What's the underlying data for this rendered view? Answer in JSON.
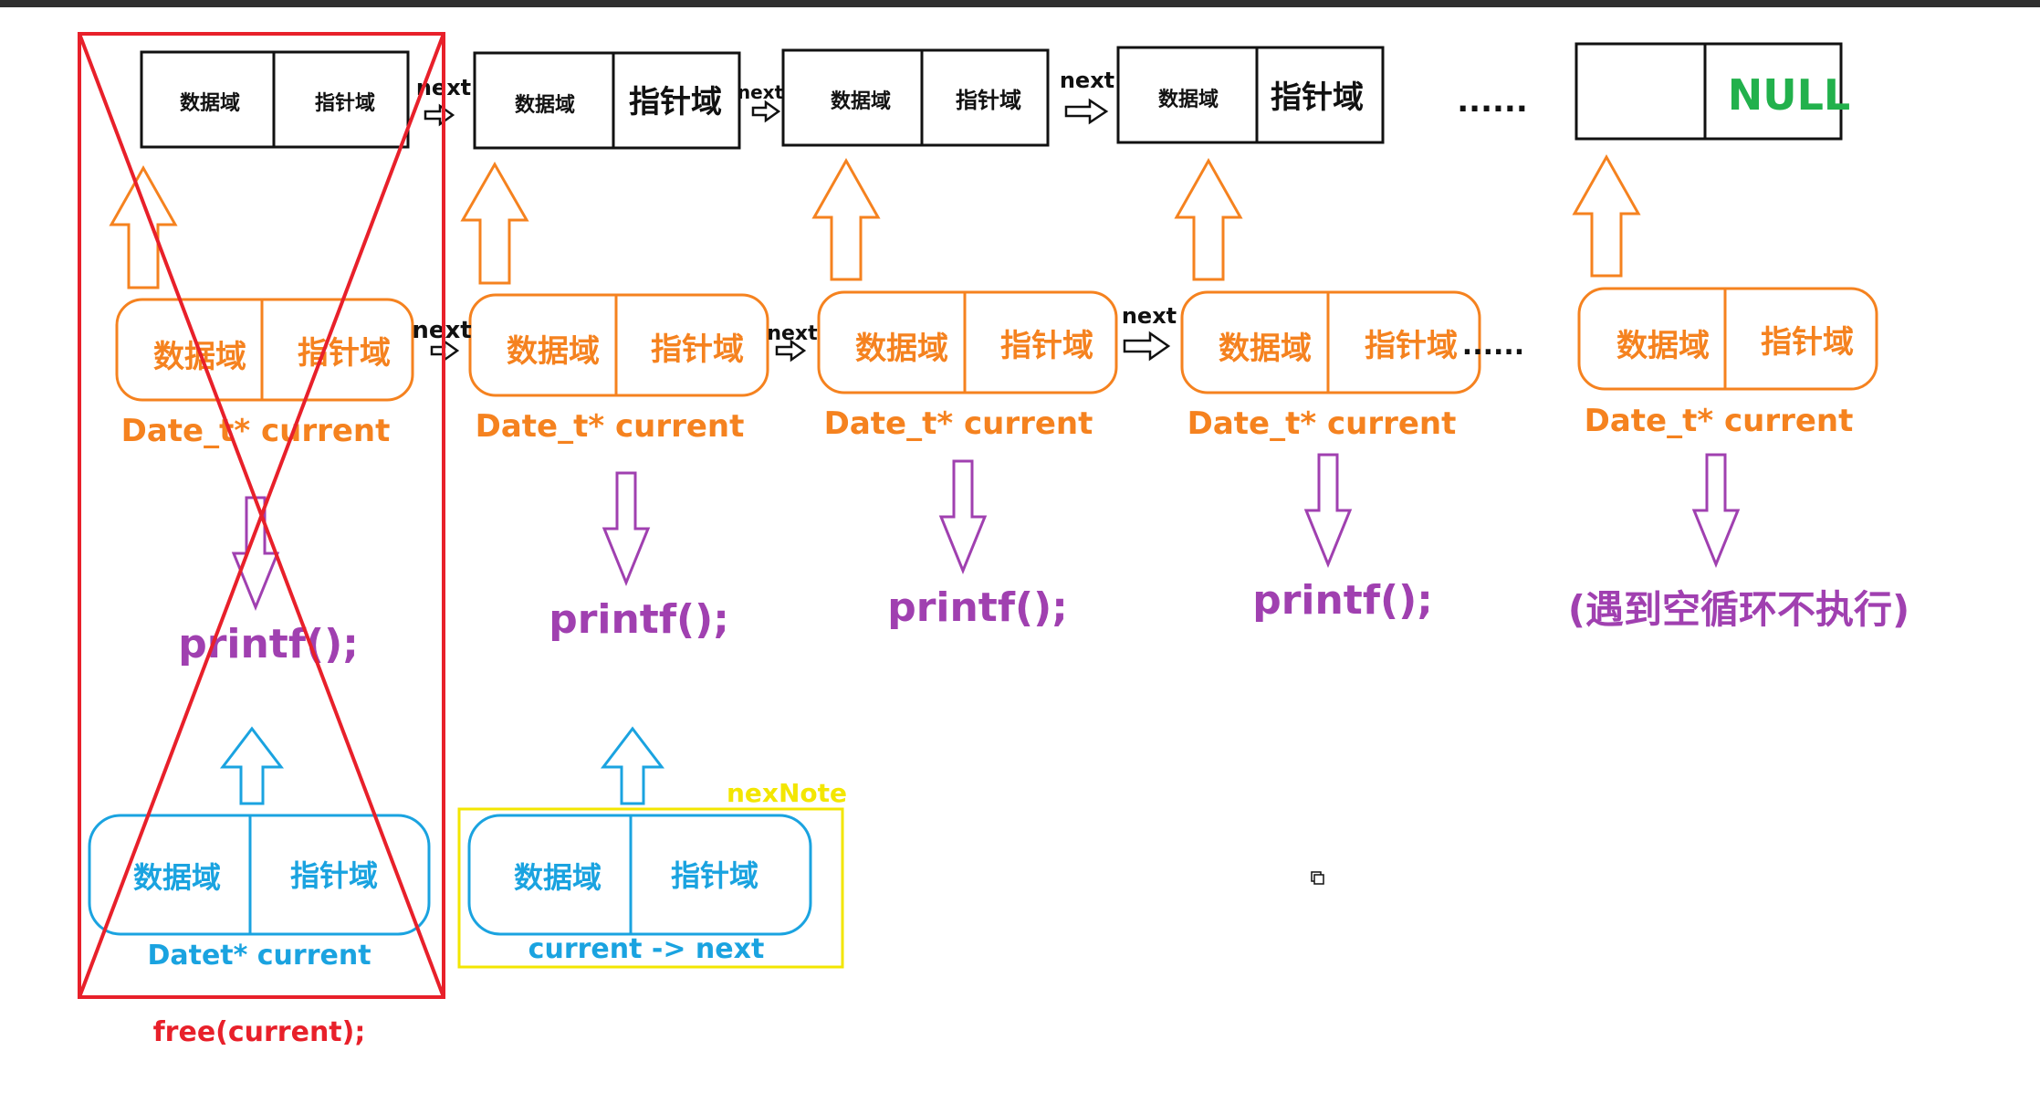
{
  "labels": {
    "data_field": "数据域",
    "pointer_field": "指针域",
    "next": "next",
    "ellipsis": "......",
    "null": "NULL",
    "current": "Date_t* current",
    "printf": "printf();",
    "skip": "(遇到空循环不执行)",
    "blue_current": "Datet* current",
    "nexnote": "nexNote",
    "current_next": "current -> next",
    "free": "free(current);"
  },
  "colors": {
    "orange": "#f5821f",
    "purple": "#a040b0",
    "blue": "#1aa3e0",
    "red": "#e8202a",
    "yellow": "#f3e600",
    "green": "#22b14c",
    "black": "#111111"
  },
  "icons": {
    "arrow": "hollow-arrow-icon",
    "tiny": "square-icon"
  }
}
